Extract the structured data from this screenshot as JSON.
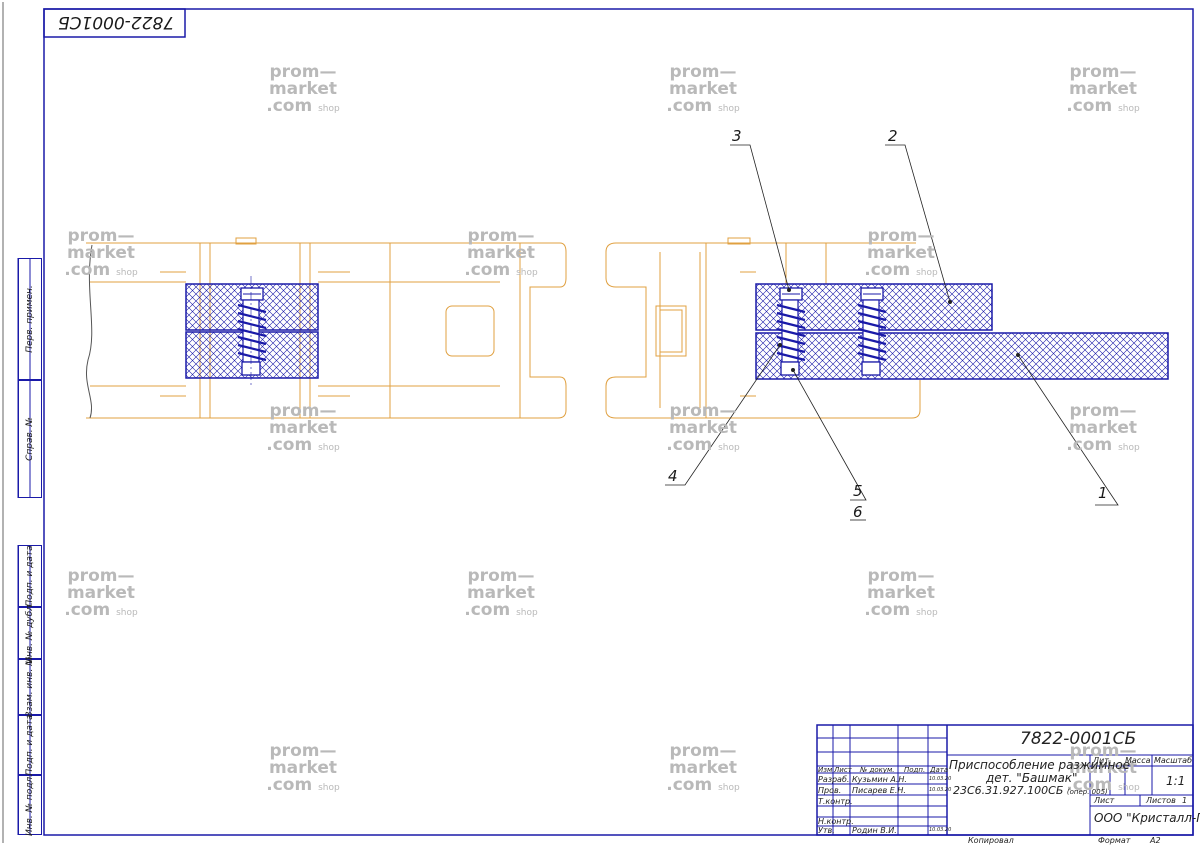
{
  "drawing": {
    "code": "7822-0001СБ",
    "code_mirrored": "7822-0001СБ"
  },
  "callouts": [
    "1",
    "2",
    "3",
    "4",
    "5",
    "6"
  ],
  "side_stamps": [
    "Перв. примен.",
    "Справ. №",
    "Подп. и дата",
    "Инв. № дубл.",
    "Взам. инв. №",
    "Подп. и дата",
    "Инв. № подл."
  ],
  "watermark": {
    "line1": "prom—",
    "line2": "market",
    "line3": ".com",
    "suffix": "shop"
  },
  "title_block": {
    "header_cols": [
      "Изм",
      "Лист",
      "№ докум.",
      "Подп.",
      "Дата"
    ],
    "rows": [
      {
        "role": "Разраб.",
        "name": "Кузьмин А.Н.",
        "date": "10.03.20"
      },
      {
        "role": "Пров.",
        "name": "Писарев Е.Н.",
        "date": "10.03.20"
      },
      {
        "role": "Т.контр.",
        "name": "",
        "date": ""
      },
      {
        "role": "Н.контр.",
        "name": "",
        "date": ""
      },
      {
        "role": "Утв.",
        "name": "Родин В.И.",
        "date": "10.03.20"
      }
    ],
    "name_line1": "Приспособление разжимное",
    "name_line2": "дет. \"Башмак\"",
    "name_line3": "23С6.31.927.100СБ",
    "name_op": "(опер. 005)",
    "lit_label": "Лит.",
    "mass_label": "Масса",
    "scale_label": "Масштаб",
    "scale": "1:1",
    "sheet_label": "Лист",
    "sheets_label": "Листов",
    "sheets": "1",
    "company": "ООО \"Кристалл-Плюс\"",
    "copied_label": "Копировал",
    "format_label": "Формат",
    "format": "A2"
  },
  "colors": {
    "frame": "#1a1aa8",
    "part_outline": "#e0a040",
    "hatch": "#1a1aa8"
  }
}
